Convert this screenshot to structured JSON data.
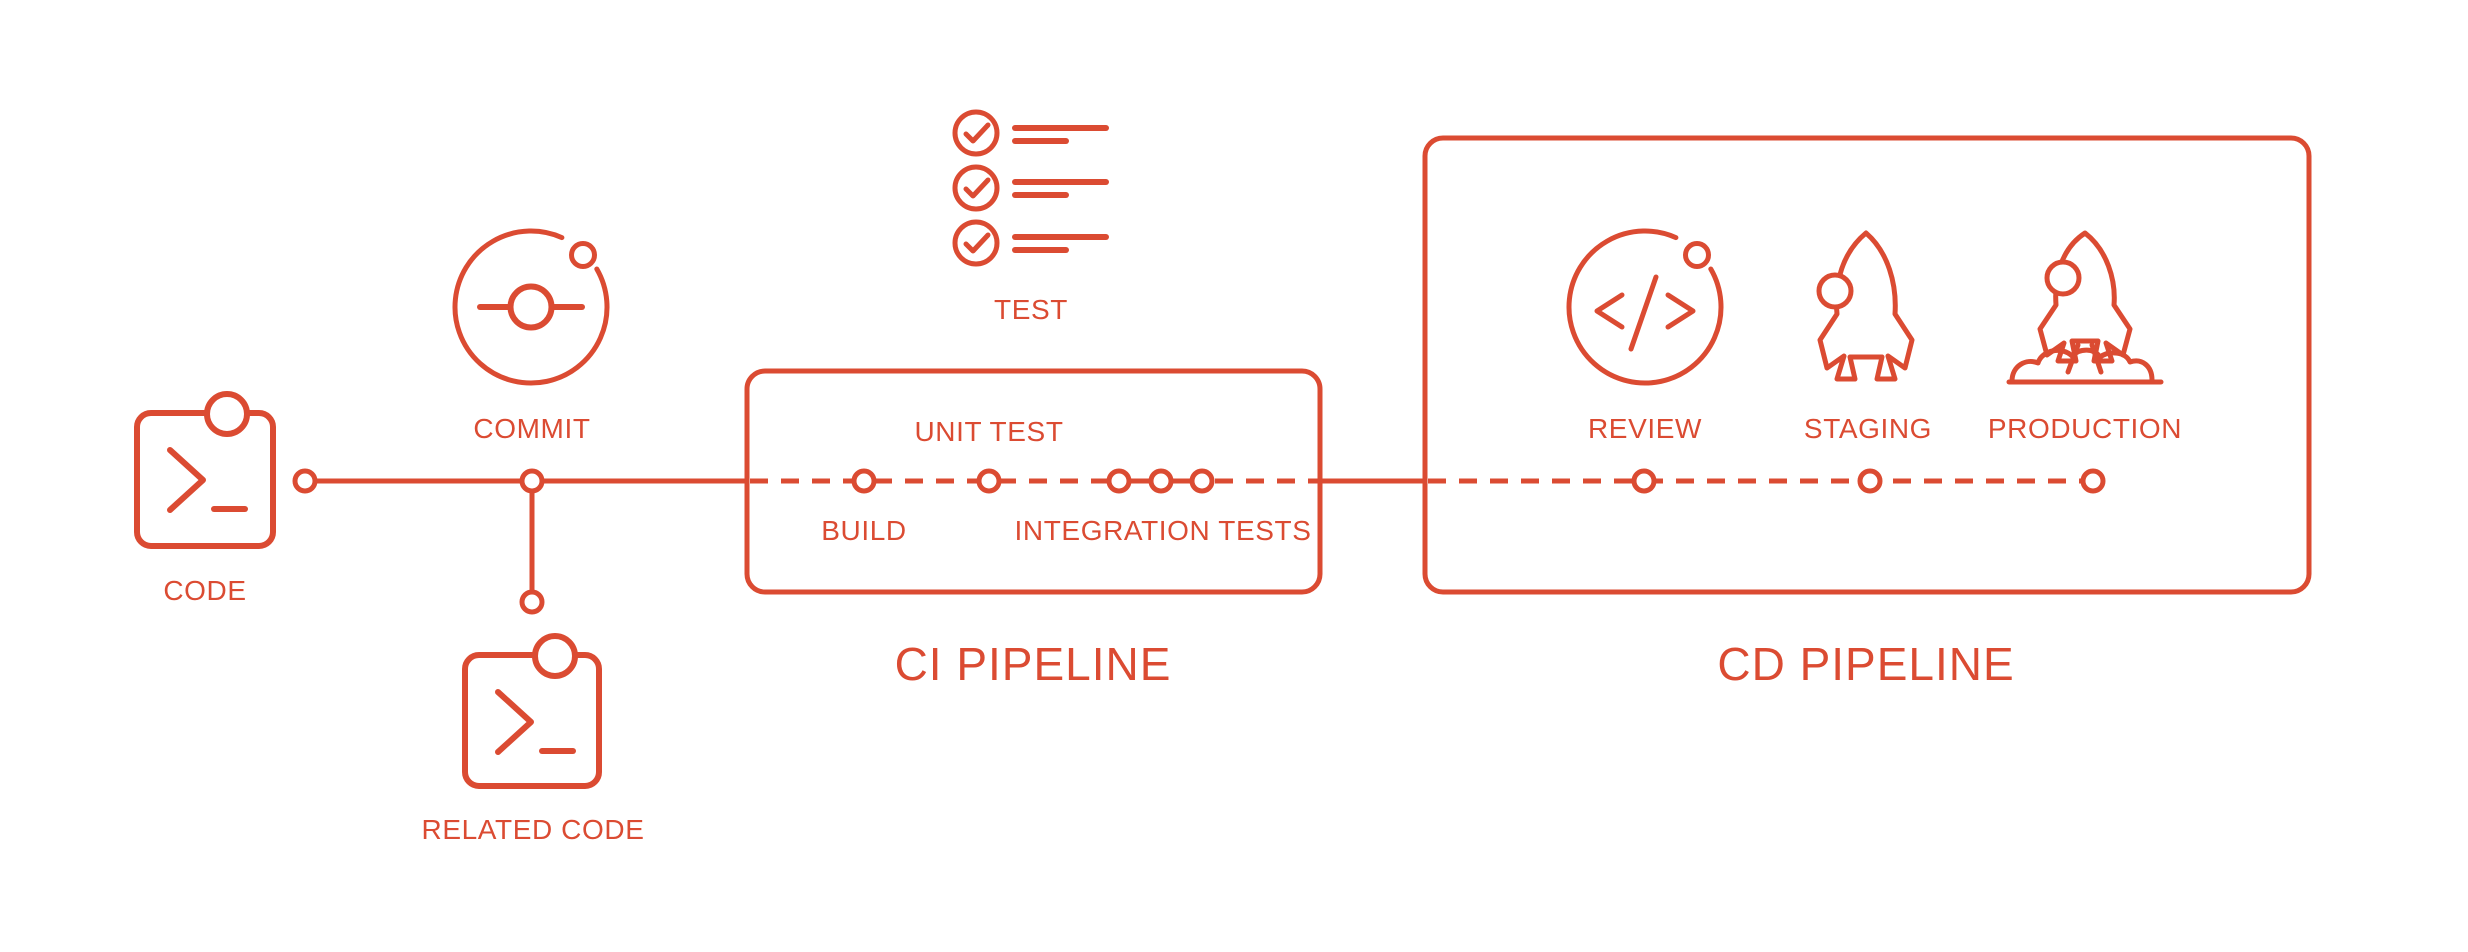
{
  "colors": {
    "accent": "#DB4B32",
    "background": "#FFFFFF"
  },
  "diagram": {
    "kind": "ci-cd-pipeline-flow"
  },
  "stages": {
    "code": {
      "label": "CODE",
      "icon": "terminal-code-icon"
    },
    "commit": {
      "label": "COMMIT",
      "icon": "git-commit-icon"
    },
    "related_code": {
      "label": "RELATED CODE",
      "icon": "terminal-code-icon"
    },
    "test": {
      "label": "TEST",
      "icon": "checklist-icon"
    },
    "build": {
      "label": "BUILD",
      "icon": "pipeline-node"
    },
    "unit_test": {
      "label": "UNIT TEST",
      "icon": "pipeline-node"
    },
    "integration_tests": {
      "label": "INTEGRATION TESTS",
      "icon": "pipeline-node-triple"
    },
    "review": {
      "label": "REVIEW",
      "icon": "code-review-icon"
    },
    "staging": {
      "label": "STAGING",
      "icon": "rocket-icon"
    },
    "production": {
      "label": "PRODUCTION",
      "icon": "rocket-launch-icon"
    }
  },
  "ci_pipeline": {
    "title": "CI PIPELINE"
  },
  "cd_pipeline": {
    "title": "CD PIPELINE"
  }
}
